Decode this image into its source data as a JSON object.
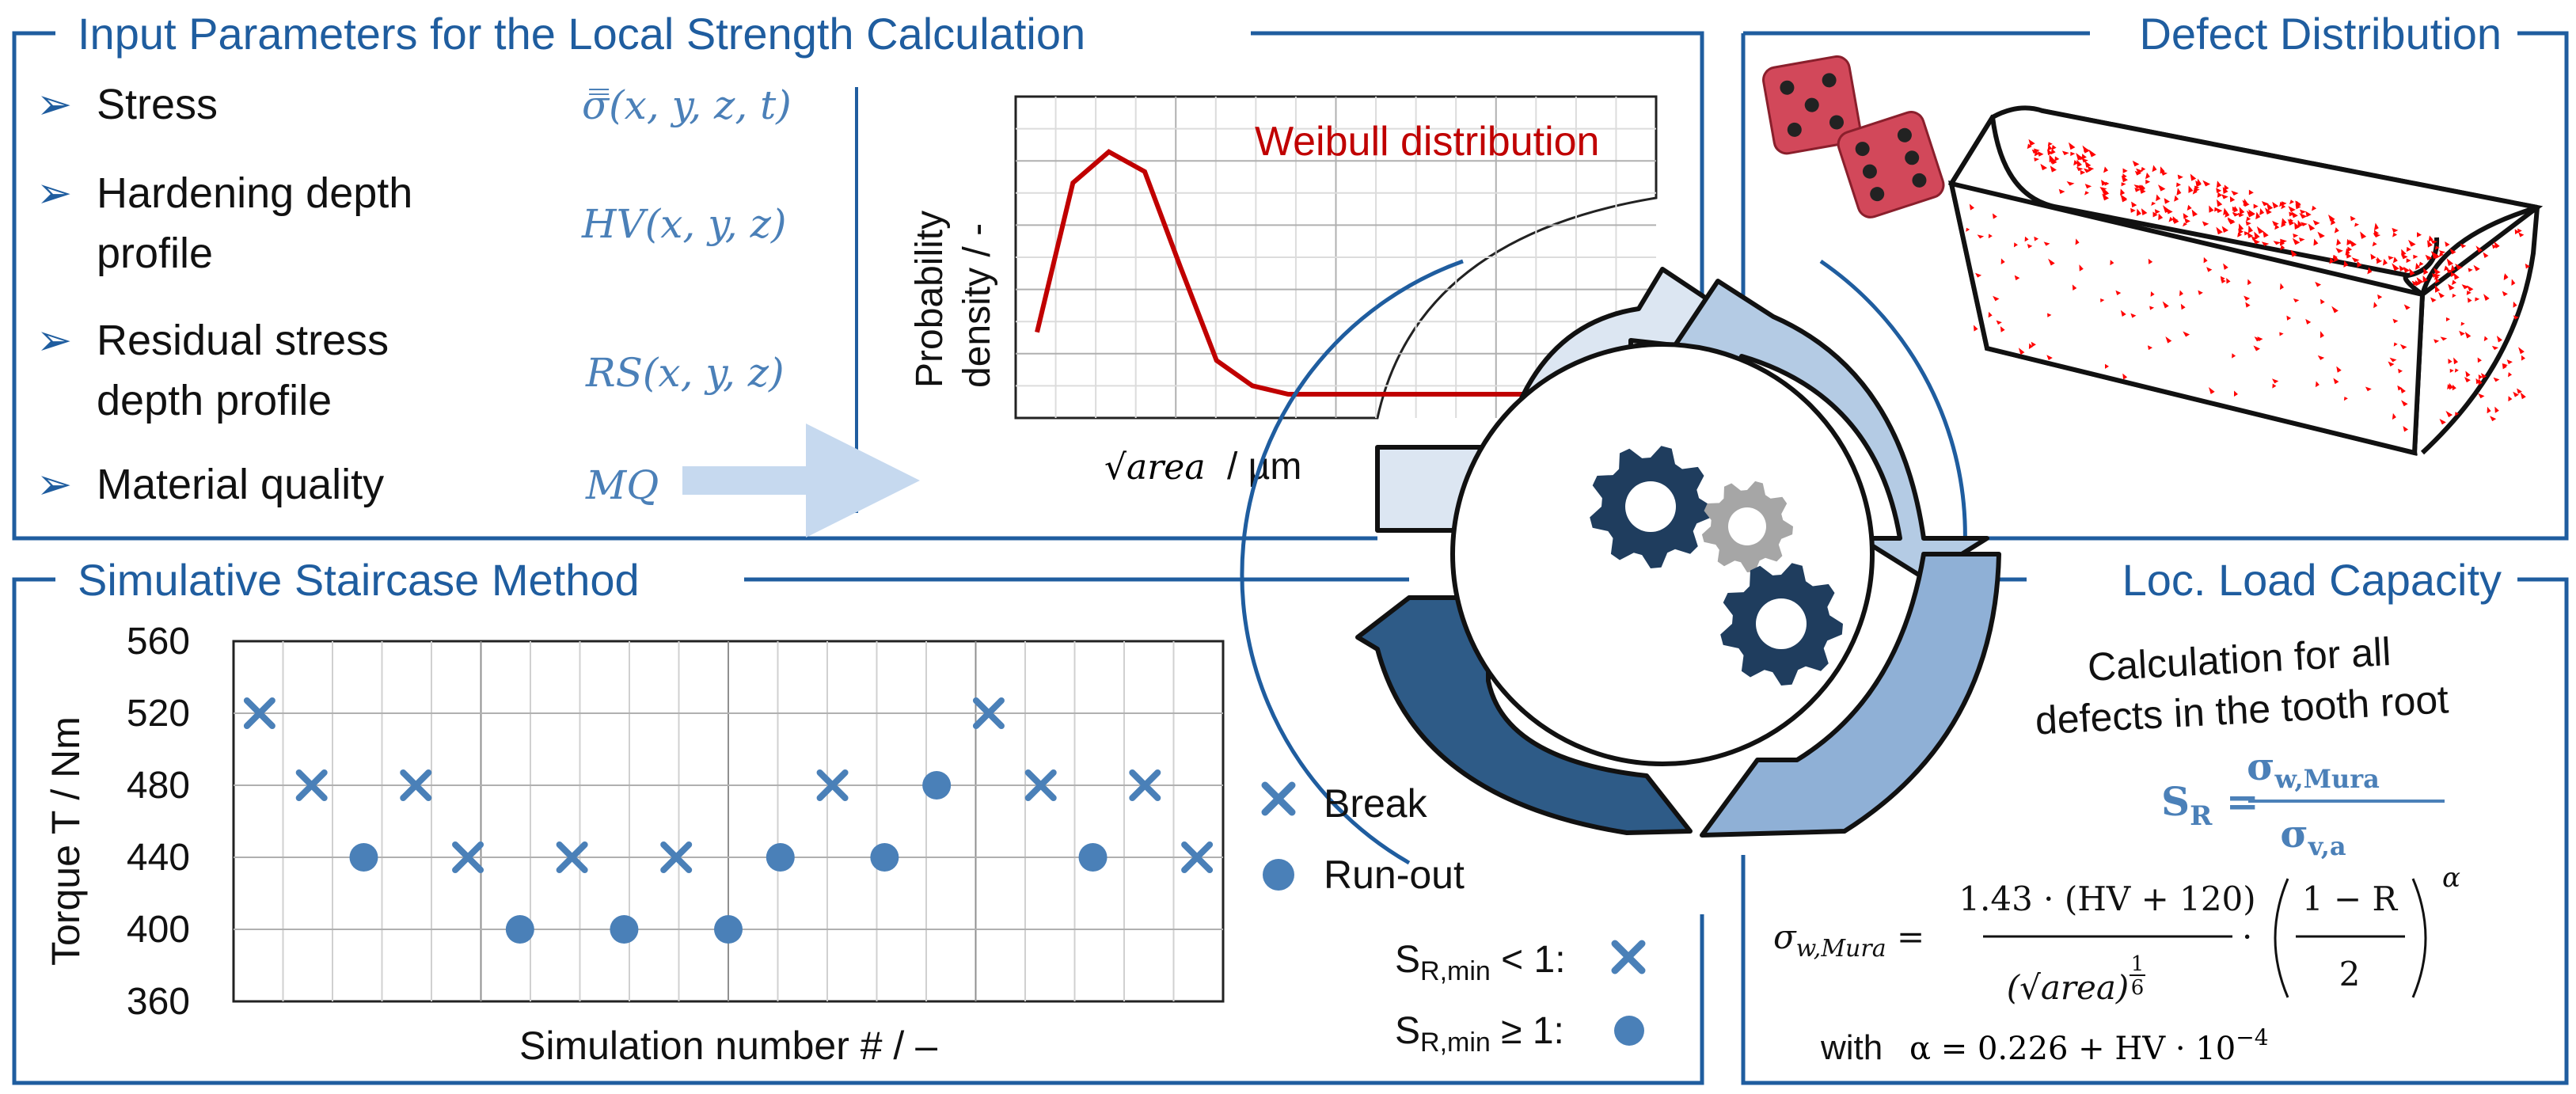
{
  "colors": {
    "frame": "#1f5d9f",
    "param_formula": "#4b80b8",
    "weibull_line": "#c00000",
    "marker": "#4a80b8",
    "defect_points": "#ff0000",
    "cycle_light": "#dce6f2",
    "cycle_mid": "#b4cbe4",
    "cycle_dark": "#8fb0d6",
    "cycle_darkest": "#2e5b87",
    "gear_dark": "#1f3d5e",
    "gear_light": "#a6a6a6"
  },
  "input_panel": {
    "title": "Input Parameters for the Local Strength Calculation",
    "bullet": "➢",
    "items": [
      {
        "line1": "Stress",
        "line2": "",
        "formula": "σ̿(x, y, z, t)"
      },
      {
        "line1": "Hardening depth",
        "line2": "profile",
        "formula": "HV(x, y, z)"
      },
      {
        "line1": "Residual stress",
        "line2": "depth profile",
        "formula": "RS(x, y, z)"
      },
      {
        "line1": "Material quality",
        "line2": "",
        "formula": "MQ"
      }
    ]
  },
  "weibull_plot": {
    "label": "Weibull distribution",
    "ylabel_line1": "Probability",
    "ylabel_line2": "density / -",
    "xlabel_math": "√area",
    "xlabel_unit": " / µm"
  },
  "defect_panel": {
    "title": "Defect Distribution",
    "dice_icon": "dice-icon"
  },
  "staircase_panel": {
    "title": "Simulative Staircase Method",
    "legend": {
      "break": "Break",
      "runout": "Run-out"
    },
    "criteria": {
      "break_prefix": "S",
      "break_sub": "R,min",
      "break_rel": " < 1:",
      "runout_prefix": "S",
      "runout_sub": "R,min",
      "runout_rel": " ≥ 1:"
    }
  },
  "load_panel": {
    "title": "Loc. Load Capacity",
    "desc_line1": "Calculation for all",
    "desc_line2": "defects in the tooth root",
    "sr_lhs": "S",
    "sr_lhs_sub": "R",
    "sr_num": "σ",
    "sr_num_sub": "w,Mura",
    "sr_den": "σ",
    "sr_den_sub": "v,a",
    "mura_lhs": "σ",
    "mura_lhs_sub": "w,Mura",
    "mura_num": "1.43 · (HV + 120)",
    "mura_den": "(√area)",
    "mura_den_exp_num": "1",
    "mura_den_exp_den": "6",
    "mura_dot": "·",
    "mura_frac_num": "1 − R",
    "mura_frac_den": "2",
    "mura_exp": "α",
    "with_prefix": "with ",
    "with_expr": "α = 0.226 + HV · 10",
    "with_exp": "−4"
  },
  "center_icon": "gears-icon",
  "chart_data": [
    {
      "type": "line",
      "title": "Weibull distribution",
      "xlabel": "√area / µm",
      "ylabel": "Probability density / -",
      "x": [
        0,
        1,
        2,
        3,
        4,
        5,
        6,
        7,
        8,
        9,
        10,
        11,
        12,
        13,
        14,
        15
      ],
      "series": [
        {
          "values": [
            0.22,
            0.75,
            0.86,
            0.79,
            0.45,
            0.12,
            0.03,
            0.0,
            0.0,
            0.0,
            0.0,
            0.0,
            0.0,
            0.0,
            0.0,
            0.0
          ]
        }
      ],
      "xlim": [
        0,
        15
      ],
      "ylim": [
        0,
        1
      ],
      "grid": true
    },
    {
      "type": "scatter",
      "xlabel": "Simulation number # / –",
      "ylabel": "Torque T / Nm",
      "yticks": [
        360,
        400,
        440,
        480,
        520,
        560
      ],
      "ylim": [
        360,
        560
      ],
      "xlim": [
        0.5,
        19.5
      ],
      "grid": true,
      "legend": "right",
      "series": [
        {
          "name": "Break",
          "marker": "x",
          "x": [
            1,
            2,
            4,
            5,
            7,
            9,
            12,
            15,
            16,
            18,
            19
          ],
          "y": [
            520,
            480,
            480,
            440,
            440,
            440,
            480,
            520,
            480,
            480,
            440
          ]
        },
        {
          "name": "Run-out",
          "marker": "circle",
          "x": [
            3,
            6,
            8,
            10,
            11,
            13,
            14,
            17
          ],
          "y": [
            440,
            400,
            400,
            400,
            440,
            440,
            480,
            440
          ]
        }
      ]
    }
  ]
}
